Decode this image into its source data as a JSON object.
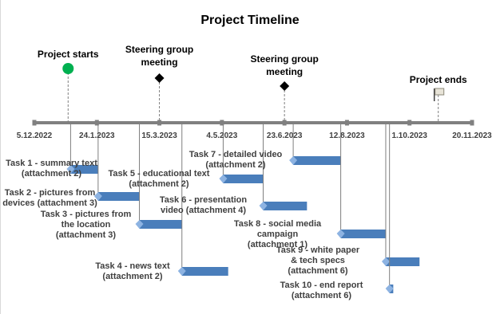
{
  "chart_data": {
    "type": "timeline",
    "title": "Project Timeline",
    "axis": {
      "min": "2022-12-05",
      "max": "2023-11-20",
      "tick_labels": [
        "5.12.2022",
        "24.1.2023",
        "15.3.2023",
        "4.5.2023",
        "23.6.2023",
        "12.8.2023",
        "1.10.2023",
        "20.11.2023"
      ]
    },
    "milestones": [
      {
        "label": "Project starts",
        "date": "2023-01-01",
        "marker": "circle",
        "color": "#00b050"
      },
      {
        "label": "Steering group meeting",
        "date": "2023-03-15",
        "marker": "diamond",
        "color": "#000000"
      },
      {
        "label": "Steering group meeting",
        "date": "2023-06-23",
        "marker": "diamond",
        "color": "#000000"
      },
      {
        "label": "Project ends",
        "date": "2023-10-24",
        "marker": "flag",
        "color": "#8b8778"
      }
    ],
    "tasks": [
      {
        "name": "Task 1 - summary text (attachment 2)",
        "start": "2023-01-03",
        "end": "2023-01-25"
      },
      {
        "name": "Task 2 - pictures from devices (attachment 3)",
        "start": "2023-01-25",
        "end": "2023-02-27"
      },
      {
        "name": "Task 3 - pictures from the location (attachment 3)",
        "start": "2023-02-27",
        "end": "2023-04-02"
      },
      {
        "name": "Task 4 - news text (attachment 2)",
        "start": "2023-04-02",
        "end": "2023-05-09"
      },
      {
        "name": "Task 5 - educational text (attachment 2)",
        "start": "2023-05-05",
        "end": "2023-06-06"
      },
      {
        "name": "Task 6 - presentation video (attachment 4)",
        "start": "2023-06-06",
        "end": "2023-07-11"
      },
      {
        "name": "Task 7 - detailed video (attachment 2)",
        "start": "2023-06-30",
        "end": "2023-08-07"
      },
      {
        "name": "Task 8 - social media campaign (attachment 1)",
        "start": "2023-08-07",
        "end": "2023-09-12"
      },
      {
        "name": "Task 9 - white paper & tech specs (attachment 6)",
        "start": "2023-09-12",
        "end": "2023-10-09"
      },
      {
        "name": "Task 10 - end report (attachment 6)",
        "start": "2023-09-15",
        "end": "2023-09-18"
      }
    ],
    "colors": {
      "bar": "#4a7ebb",
      "bar_light": "#8db3e2",
      "axis": "#808080",
      "line": "#7f7f7f"
    }
  }
}
